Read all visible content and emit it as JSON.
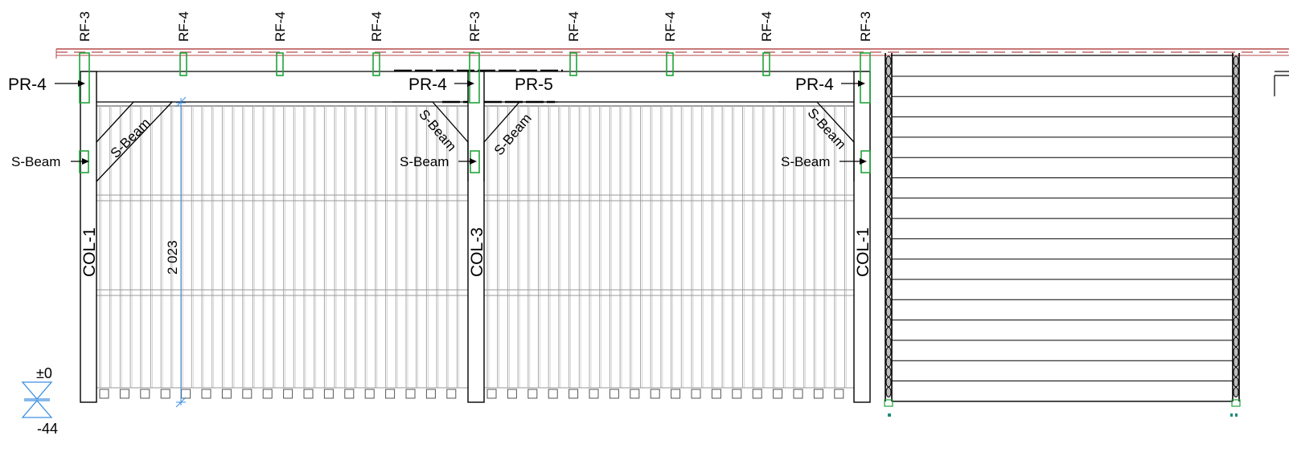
{
  "drawing": {
    "roof_labels": [
      "RF-3",
      "RF-4",
      "RF-4",
      "RF-4",
      "RF-3",
      "RF-4",
      "RF-4",
      "RF-4",
      "RF-3"
    ],
    "purlin_labels": [
      "PR-4",
      "PR-4",
      "PR-5",
      "PR-4"
    ],
    "s_beam_callouts": [
      "S-Beam",
      "S-Beam",
      "S-Beam"
    ],
    "brace_labels": [
      "S-Beam",
      "S-Beam",
      "S-Beam",
      "S-Beam"
    ],
    "column_labels": [
      "COL-1",
      "COL-3",
      "COL-1"
    ],
    "dimension": "2 023",
    "level_top": "±0",
    "level_bottom": "-44",
    "colors": {
      "line": "#000000",
      "member": "#1fa33a",
      "dimension": "#3d8fe0",
      "roof": "#b54a4a",
      "fill_gray": "#bdbdbd",
      "marker": "#1c8f7a",
      "level_marker": "#3d8fe0"
    }
  }
}
